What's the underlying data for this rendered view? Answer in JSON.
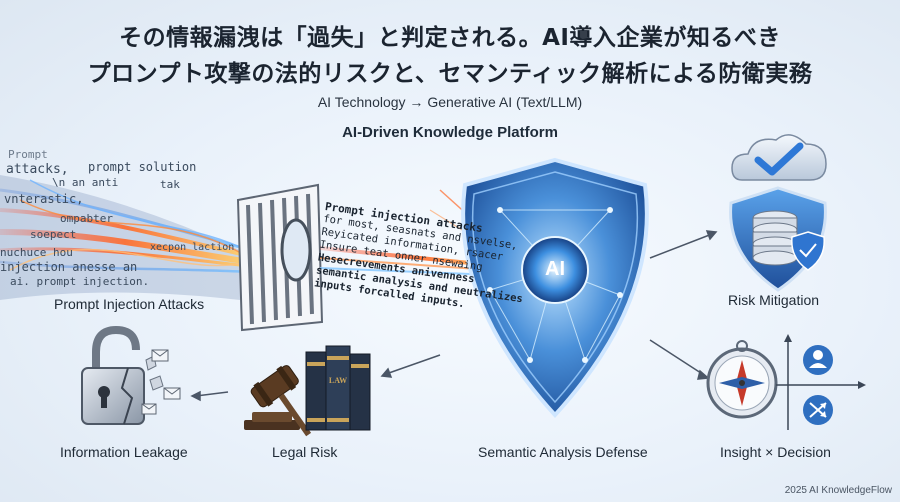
{
  "header": {
    "title_line1": "その情報漏洩は「過失」と判定される。AI導入企業が知るべき",
    "title_line2": "プロンプト攻撃の法的リスクと、セマンティック解析による防衛実務",
    "subtitle": "AI Technology → Generative AI (Text/LLM)",
    "platform": "AI-Driven Knowledge Platform"
  },
  "labels": {
    "prompt_attacks": "Prompt Injection Attacks",
    "risk_mitigation": "Risk Mitigation",
    "information_leakage": "Information Leakage",
    "legal_risk": "Legal Risk",
    "semantic_defense": "Semantic Analysis Defense",
    "insight_decision": "Insight × Decision",
    "shield_ai": "AI",
    "book_law": "LAW"
  },
  "code_fragments": [
    "Prompt",
    "attacks,",
    "\\n an anti",
    "vnterastic,",
    "ompabter",
    "soepect",
    "prompt solution",
    "tak",
    "nuchuce hou",
    "injection anesse an",
    "ai. prompt injection.",
    "xecpon laction"
  ],
  "info_lines": [
    "Prompt injection attacks",
    "for most, seasnats and nsvelse,",
    "Reyicated information, rsacer",
    "Insure teat onner nsewaing",
    "Hesecrevements anivenness",
    "semantic analysis and neutralizes",
    "inputs  forcalled inputs."
  ],
  "footer": "2025 AI KnowledgeFlow",
  "colors": {
    "shield": "#4a90d9",
    "accent": "#2f6fc0",
    "fire": "#ff6a2a"
  }
}
